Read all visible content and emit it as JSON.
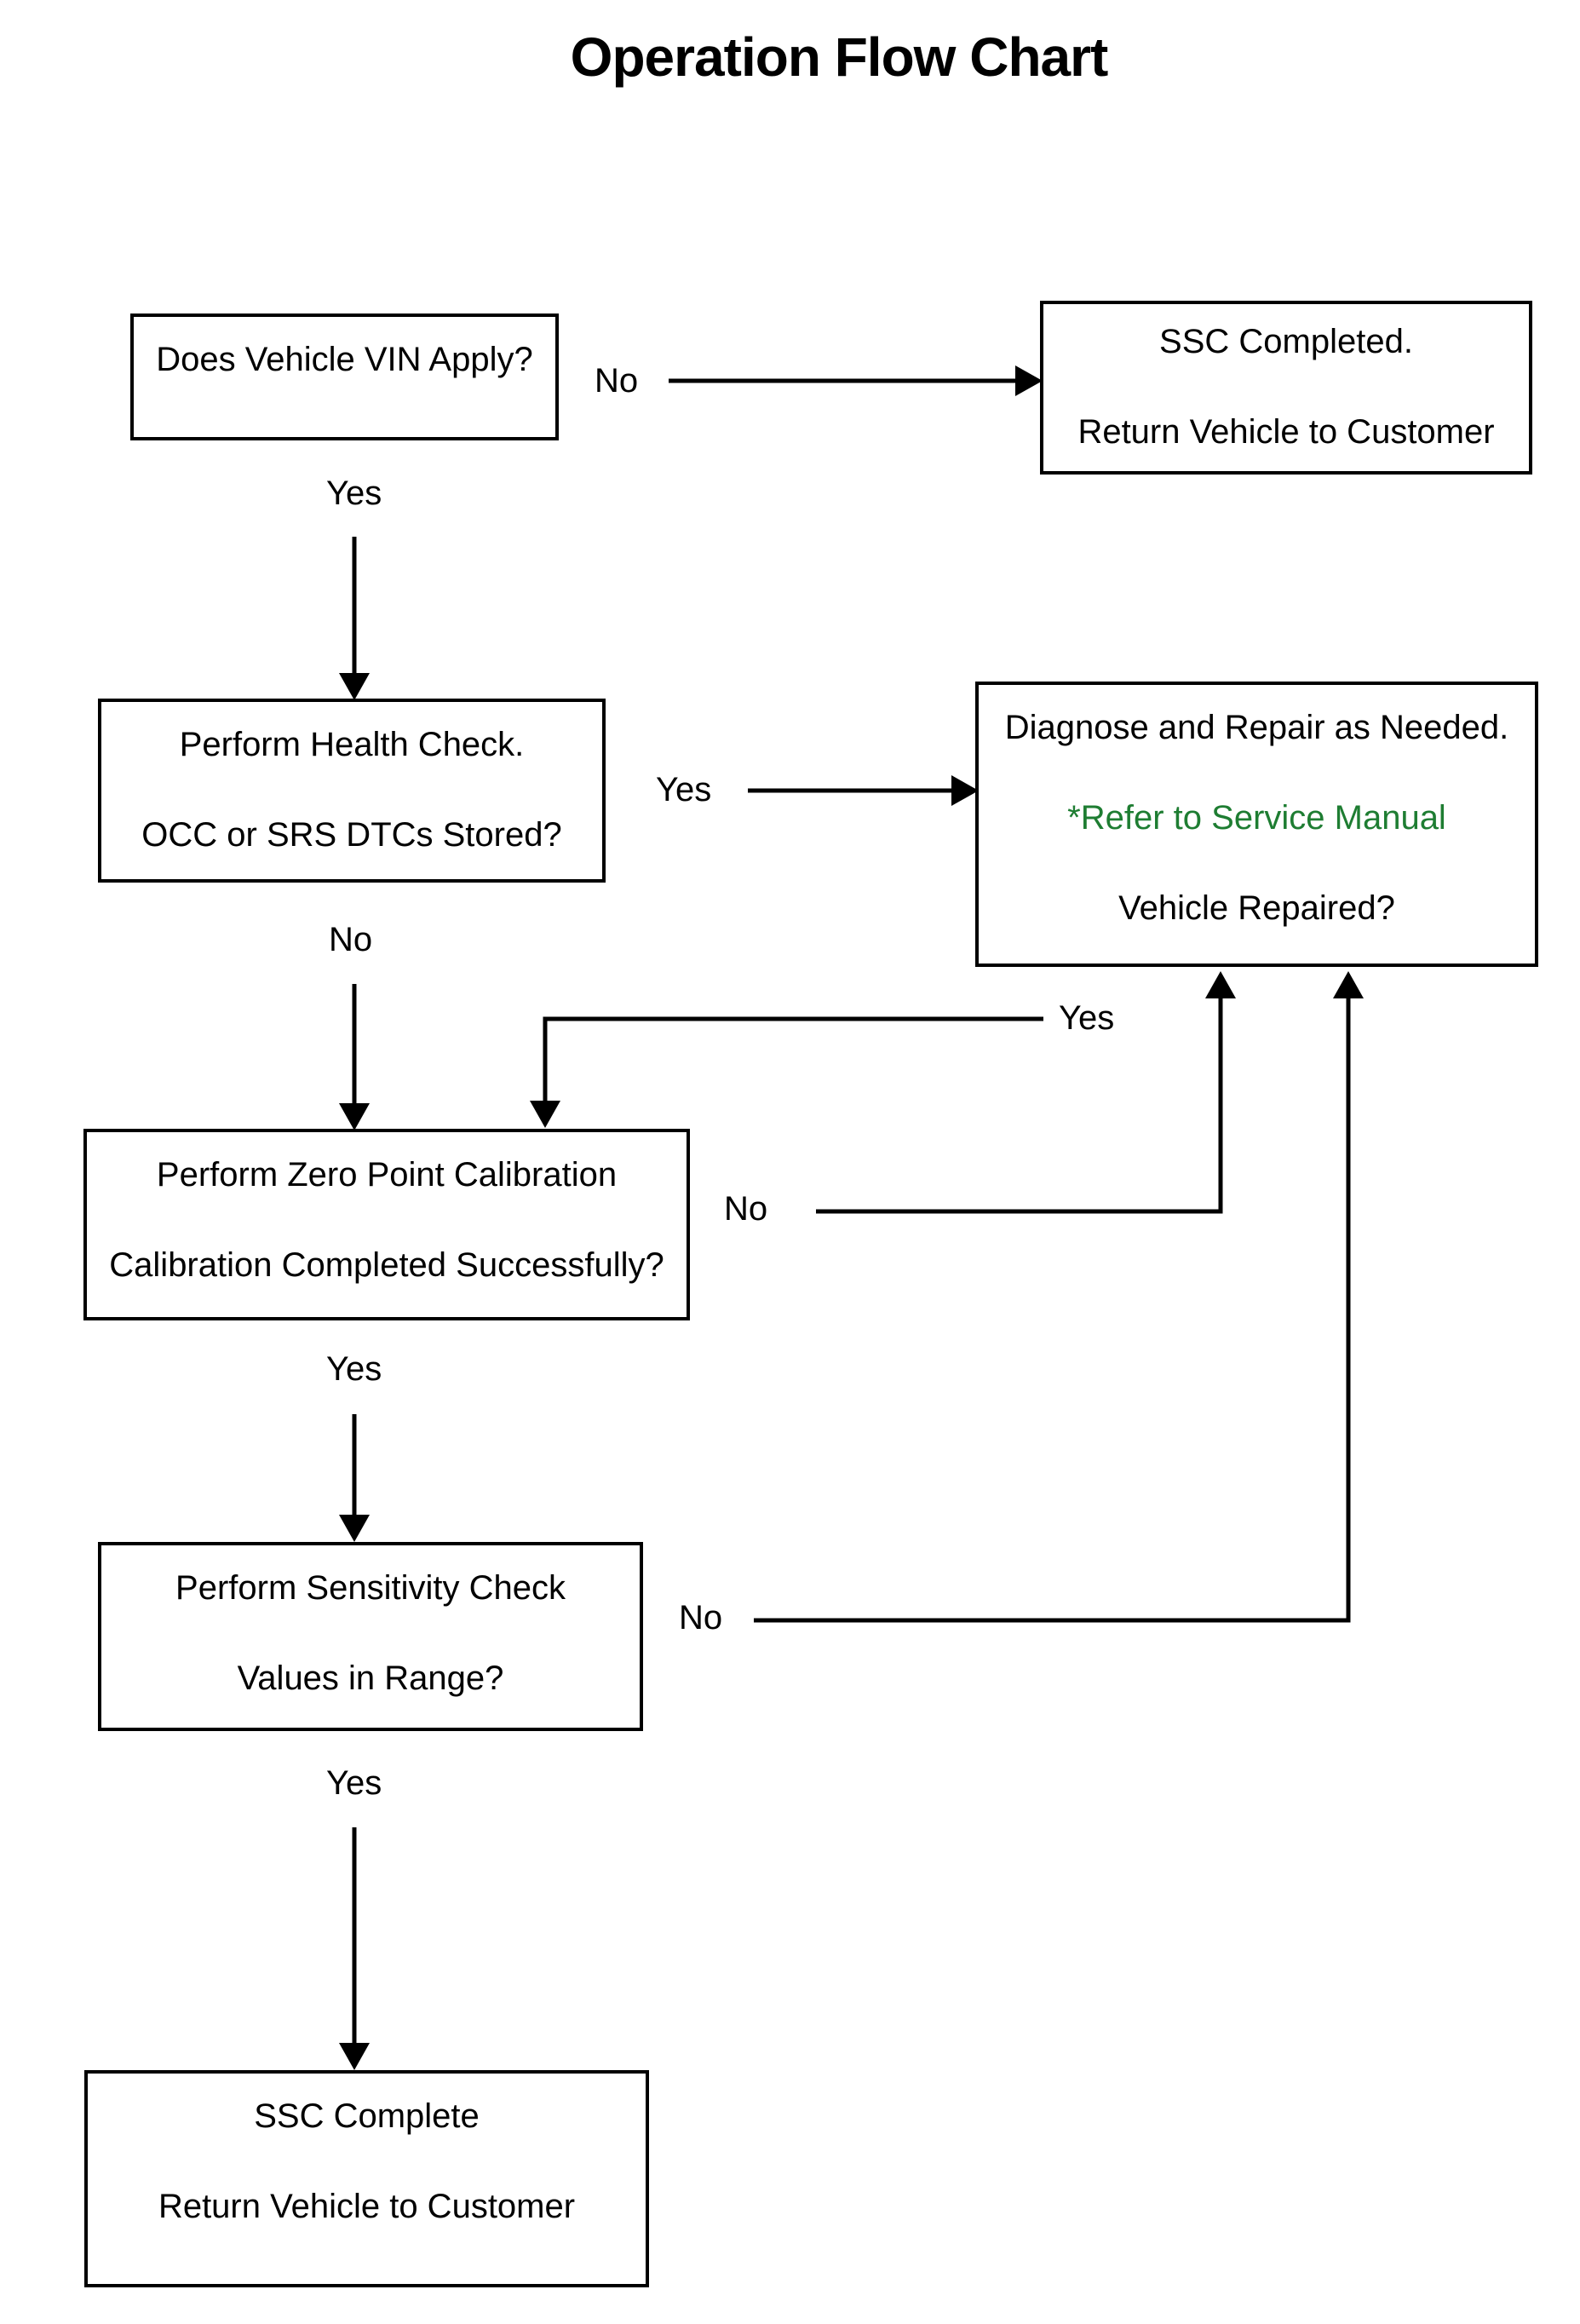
{
  "title": "Operation Flow Chart",
  "colors": {
    "line": "#000000",
    "box_border": "#000000",
    "background": "#ffffff",
    "green_text": "#1e7d32"
  },
  "nodes": {
    "vin_check": {
      "lines": [
        "Does Vehicle VIN Apply?"
      ]
    },
    "ssc_completed_top": {
      "lines": [
        "SSC Completed.",
        "Return Vehicle to Customer"
      ]
    },
    "health_check": {
      "lines": [
        "Perform Health Check.",
        "OCC or SRS DTCs Stored?"
      ]
    },
    "diagnose_repair": {
      "lines": [
        "Diagnose and Repair as Needed.",
        "*Refer to Service Manual",
        "Vehicle Repaired?"
      ]
    },
    "zero_point_calibration": {
      "lines": [
        "Perform Zero Point Calibration",
        "Calibration Completed Successfully?"
      ]
    },
    "sensitivity_check": {
      "lines": [
        "Perform Sensitivity Check",
        "Values in Range?"
      ]
    },
    "ssc_complete_bottom": {
      "lines": [
        "SSC Complete",
        "Return Vehicle to Customer"
      ]
    }
  },
  "labels": {
    "vin_no": "No",
    "vin_yes": "Yes",
    "health_yes": "Yes",
    "health_no": "No",
    "repaired_yes": "Yes",
    "calibration_no": "No",
    "calibration_yes": "Yes",
    "sensitivity_no": "No",
    "sensitivity_yes": "Yes"
  }
}
